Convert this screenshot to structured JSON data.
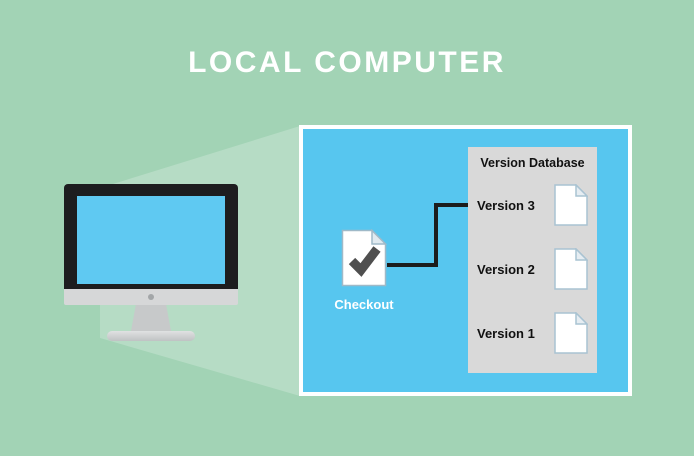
{
  "title": "LOCAL COMPUTER",
  "panel": {
    "checkout_label": "Checkout",
    "database": {
      "header": "Version Database",
      "versions": [
        {
          "label": "Version 3"
        },
        {
          "label": "Version 2"
        },
        {
          "label": "Version 1"
        }
      ]
    }
  },
  "colors": {
    "background": "#a2d3b5",
    "beam": "rgba(255,255,255,0.22)",
    "panel_blue": "#57c6ef",
    "panel_border": "#ffffff",
    "database_gray": "#d9d9d9",
    "screen_blue": "#5fc9f2",
    "monitor_frame": "#1d1d1f",
    "connector": "#1c1c1c",
    "checkmark": "#4f4f4f",
    "text_dark": "#111111",
    "text_white": "#ffffff"
  }
}
